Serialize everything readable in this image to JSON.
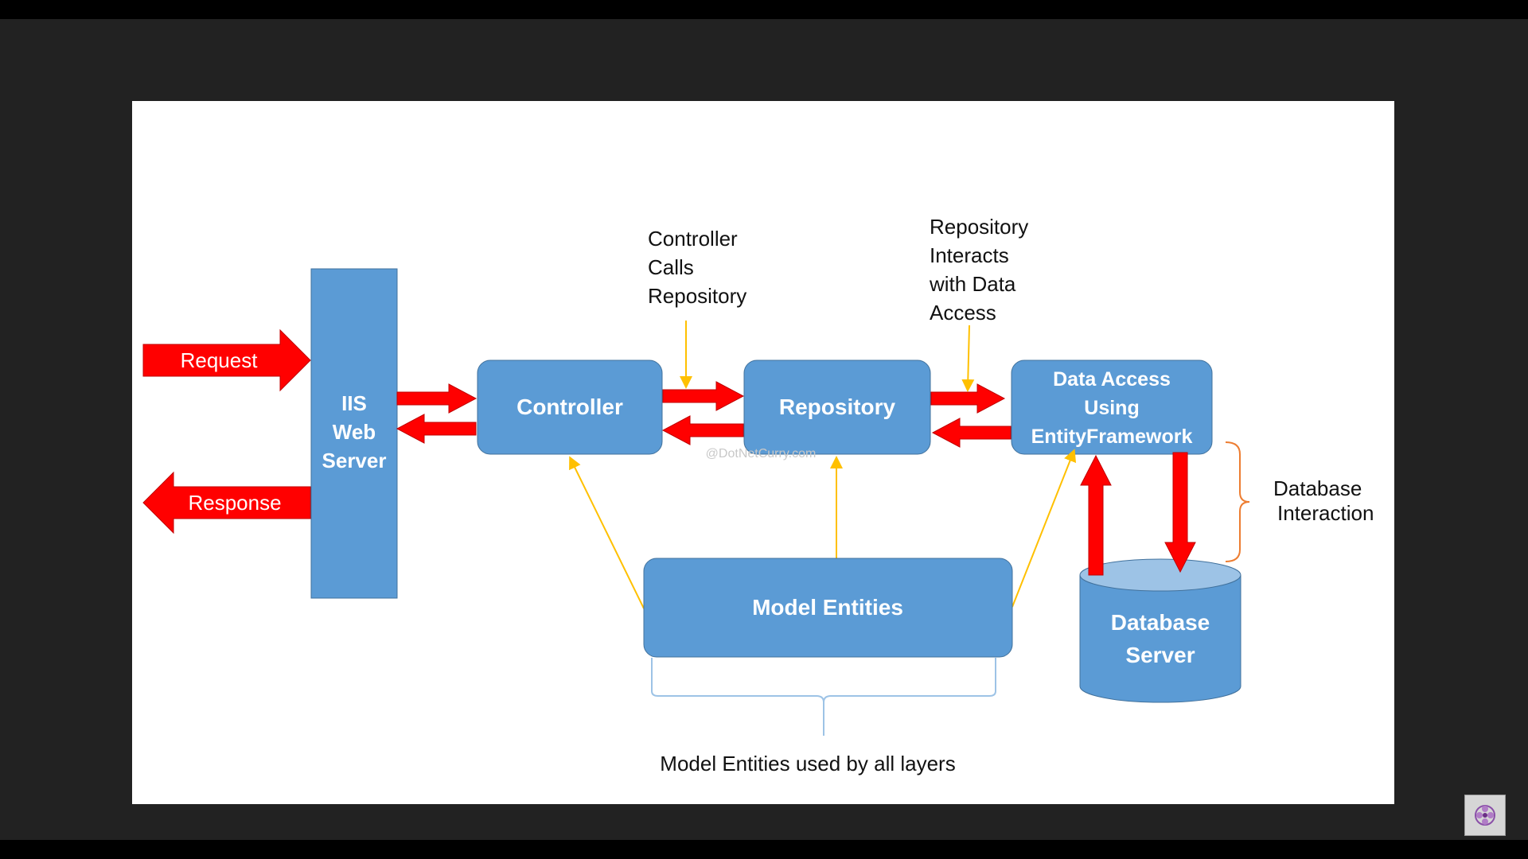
{
  "diagram": {
    "request_label": "Request",
    "response_label": "Response",
    "iis": {
      "line1": "IIS",
      "line2": "Web",
      "line3": "Server"
    },
    "controller": "Controller",
    "repository": "Repository",
    "data_access": {
      "line1": "Data Access",
      "line2": "Using",
      "line3": "EntityFramework"
    },
    "model_entities": "Model Entities",
    "database_server": {
      "line1": "Database",
      "line2": "Server"
    },
    "note_controller": {
      "line1": "Controller",
      "line2": "Calls",
      "line3": "Repository"
    },
    "note_repository": {
      "line1": "Repository",
      "line2": "Interacts",
      "line3": "with Data",
      "line4": "Access"
    },
    "note_database": {
      "line1": "Database",
      "line2": "Interaction"
    },
    "note_model": "Model Entities used by all layers",
    "watermark": "@DotNetCurry.com"
  },
  "colors": {
    "box_fill": "#5b9bd5",
    "arrow_red": "#ff0000",
    "connector_yellow": "#ffc000",
    "brace_orange": "#ed7d31",
    "brace_blue": "#9dc3e6"
  },
  "logo": {
    "icon": "flower-logo-icon"
  }
}
